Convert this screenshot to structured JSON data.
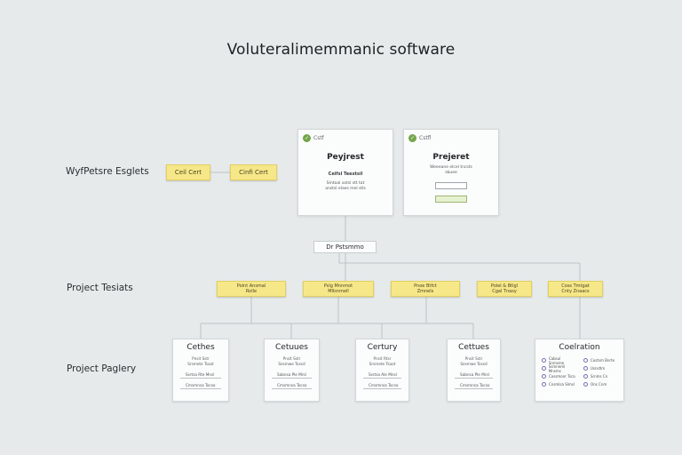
{
  "title": "Voluteralimemmanic software",
  "rows": {
    "top": "WyfPetsre Esglets",
    "middle": "Project Tesiats",
    "bottom": "Project Paglery"
  },
  "top_stickies": [
    "Ceil Cert",
    "Cinfi Cert"
  ],
  "cards": [
    {
      "tag": "Cstf",
      "title": "Peyjrest",
      "subtitle": "Ceifsl Teestsil",
      "lines": [
        "Smtoal astsl stt tat",
        "anstsl elaes mel stls"
      ]
    },
    {
      "tag": "Cstfl",
      "title": "Prejeret",
      "lines": [
        "Weeeane elcel tncsts",
        "sbuee"
      ]
    }
  ],
  "center_box": "Dr Pstsmmo",
  "middle_stickies": [
    [
      "Polnt Ansmal",
      "Rolle"
    ],
    [
      "Pslg Mnnmot",
      "Mllsnmell"
    ],
    [
      "Pnoe Btfct",
      "Zmnels"
    ],
    [
      "Polel & Btlgl",
      "Cgal Tnasy"
    ],
    [
      "Coss Tmtgat",
      "Cnty Znaacs"
    ]
  ],
  "bottom_cards": [
    {
      "title": "Cethes",
      "lines": [
        "Pnsit Sstr",
        "Srsmete Tsaot"
      ],
      "fields": [
        "Ssrtsa Rte Mnsl",
        "Cmsmnsa Tocso"
      ]
    },
    {
      "title": "Cetuues",
      "lines": [
        "Pnsit Sstr",
        "Sesmwe Tossd"
      ],
      "fields": [
        "Sabnsa Ple Mrsl",
        "Cmsmnsa Tocso"
      ]
    },
    {
      "title": "Certury",
      "lines": [
        "Pnsit Rtsr",
        "Srsmete Tsaot"
      ],
      "fields": [
        "Ssrtsa Ale Mnsl",
        "Cmsmnsa Tocso"
      ]
    },
    {
      "title": "Cettues",
      "lines": [
        "Pnsit Sstr",
        "Sesmwe Tossd"
      ],
      "fields": [
        "Sabnsa Ple Mrsl",
        "Cmsmnsa Tocso"
      ]
    }
  ],
  "checklist_card": {
    "title": "Coelration",
    "items_left": [
      "Cabsul Snmsme",
      "Ssmneml Mnsms",
      "Cossmonr Tsca",
      "Cnsmlsa Slmsl"
    ],
    "items_right": [
      "Costsm Bnrte",
      "Usnstlm",
      "Srnms Cn",
      "Ons Cnm"
    ]
  }
}
